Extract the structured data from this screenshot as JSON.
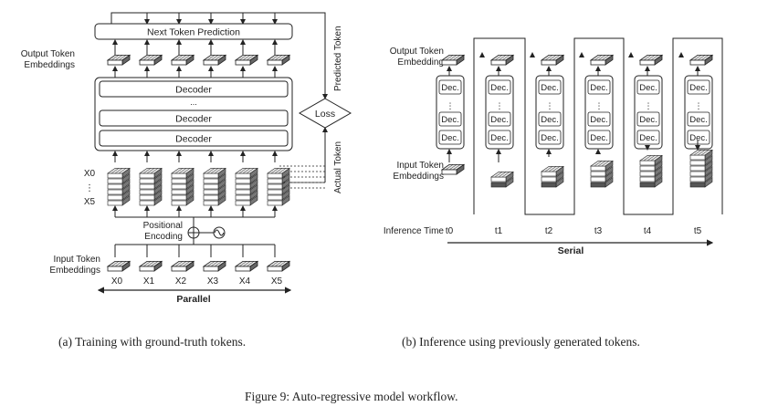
{
  "training": {
    "next_token_prediction": "Next Token Prediction",
    "output_embeddings_label": [
      "Output Token",
      "Embeddings"
    ],
    "decoder_label": "Decoder",
    "decoder_ellipsis": "...",
    "loss_label": "Loss",
    "predicted_token_label": "Predicted Token",
    "actual_token_label": "Actual Token",
    "x_top": "X0",
    "x_dots": "⋮",
    "x_bottom": "X5",
    "positional_encoding_label": [
      "Positional",
      "Encoding"
    ],
    "input_embeddings_label": [
      "Input Token",
      "Embeddings"
    ],
    "token_labels": [
      "X0",
      "X1",
      "X2",
      "X3",
      "X4",
      "X5"
    ],
    "parallel_label": "Parallel"
  },
  "inference": {
    "output_embedding_label": [
      "Output Token",
      "Embedding"
    ],
    "dec_label": "Dec.",
    "input_embeddings_label": [
      "Input Token",
      "Embeddings"
    ],
    "inference_time_label": "Inference Time",
    "time_labels": [
      "t0",
      "t1",
      "t2",
      "t3",
      "t4",
      "t5"
    ],
    "serial_label": "Serial"
  },
  "captions": {
    "a": "(a) Training with ground-truth tokens.",
    "b": "(b) Inference using previously generated tokens.",
    "figure": "Figure 9: Auto-regressive model workflow."
  }
}
